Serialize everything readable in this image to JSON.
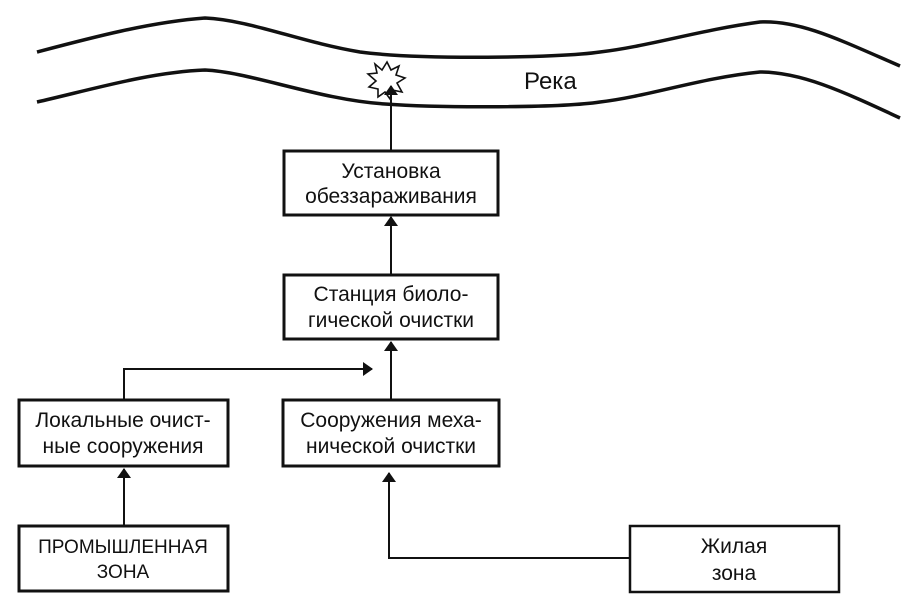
{
  "river": {
    "label": "Река"
  },
  "nodes": {
    "disinfection": {
      "line1": "Установка",
      "line2": "обеззараживания"
    },
    "biological": {
      "line1": "Станция биоло-",
      "line2": "гической очистки"
    },
    "local": {
      "line1": "Локальные очист-",
      "line2": "ные сооружения"
    },
    "mechanical": {
      "line1": "Сооружения меха-",
      "line2": "нической очистки"
    },
    "industrial": {
      "line1": "ПРОМЫШЛЕННАЯ",
      "line2": "ЗОНА"
    },
    "residential": {
      "line1": "Жилая",
      "line2": "зона"
    }
  },
  "edges": [
    {
      "from": "industrial",
      "to": "local"
    },
    {
      "from": "residential",
      "to": "mechanical"
    },
    {
      "from": "local",
      "to": "biological"
    },
    {
      "from": "mechanical",
      "to": "biological"
    },
    {
      "from": "biological",
      "to": "disinfection"
    },
    {
      "from": "disinfection",
      "to": "river"
    }
  ],
  "icons": {
    "discharge": "explosion-burst"
  }
}
